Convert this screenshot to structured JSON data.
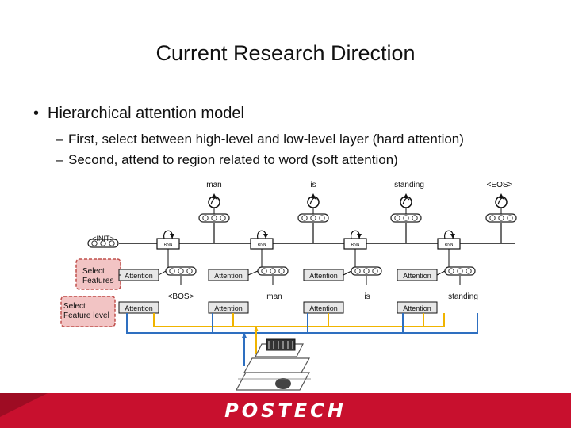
{
  "slide": {
    "title": "Current Research Direction",
    "bullet_main": "Hierarchical attention model",
    "bullet_sub": [
      "First, select between high-level and low-level layer (hard attention)",
      "Second, attend to region related to word (soft attention)"
    ]
  },
  "diagram": {
    "outputs": [
      "man",
      "is",
      "standing",
      "<EOS>"
    ],
    "init_label": "<INIT>",
    "select_features": "Select\nFeatures",
    "select_feature_level": "Select\nFeature level",
    "attention_label": "Attention",
    "rnn_label": "RNN",
    "inputs": [
      "<BOS>",
      "man",
      "is",
      "standing"
    ],
    "colors": {
      "blue": "#2e6fc0",
      "yellow": "#f0b400",
      "select_box": "#f2c4c4",
      "select_border": "#c0504d",
      "attention_fill": "#e7e7e7"
    }
  },
  "footer": {
    "logo": "POSTECH",
    "brand_color": "#c8102e"
  }
}
